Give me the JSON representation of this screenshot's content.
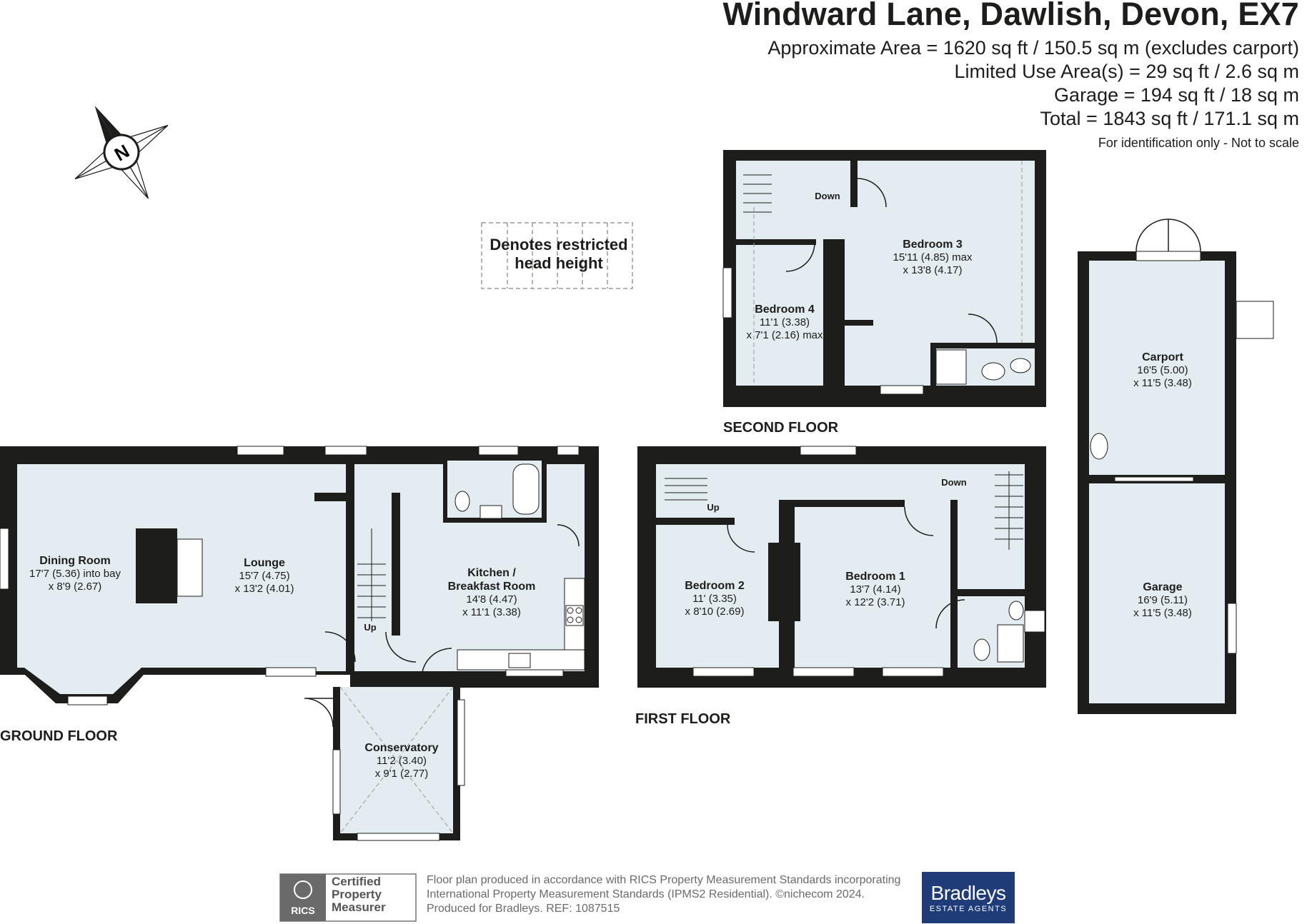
{
  "header": {
    "title": "Windward Lane, Dawlish, Devon, EX7",
    "areas": [
      "Approximate Area = 1620 sq ft / 150.5 sq m (excludes carport)",
      "Limited Use Area(s) = 29 sq ft / 2.6 sq m",
      "Garage = 194 sq ft / 18 sq m",
      "Total = 1843 sq ft / 171.1 sq m"
    ],
    "note": "For identification only - Not to scale"
  },
  "compass": {
    "label": "N"
  },
  "legend": {
    "line1": "Denotes restricted",
    "line2": "head height"
  },
  "floors": {
    "ground": "GROUND FLOOR",
    "first": "FIRST FLOOR",
    "second": "SECOND FLOOR"
  },
  "rooms": {
    "dining": {
      "name": "Dining Room",
      "dim1": "17'7 (5.36) into bay",
      "dim2": "x 8'9 (2.67)"
    },
    "lounge": {
      "name": "Lounge",
      "dim1": "15'7 (4.75)",
      "dim2": "x 13'2 (4.01)"
    },
    "kitchen": {
      "name": "Kitchen /",
      "name2": "Breakfast Room",
      "dim1": "14'8 (4.47)",
      "dim2": "x 11'1 (3.38)"
    },
    "conservatory": {
      "name": "Conservatory",
      "dim1": "11'2 (3.40)",
      "dim2": "x 9'1 (2.77)"
    },
    "bedroom1": {
      "name": "Bedroom 1",
      "dim1": "13'7 (4.14)",
      "dim2": "x 12'2 (3.71)"
    },
    "bedroom2": {
      "name": "Bedroom 2",
      "dim1": "11' (3.35)",
      "dim2": "x 8'10 (2.69)"
    },
    "bedroom3": {
      "name": "Bedroom 3",
      "dim1": "15'11 (4.85) max",
      "dim2": "x 13'8 (4.17)"
    },
    "bedroom4": {
      "name": "Bedroom 4",
      "dim1": "11'1 (3.38)",
      "dim2": "x 7'1 (2.16) max"
    },
    "carport": {
      "name": "Carport",
      "dim1": "16'5 (5.00)",
      "dim2": "x 11'5 (3.48)"
    },
    "garage": {
      "name": "Garage",
      "dim1": "16'9 (5.11)",
      "dim2": "x 11'5 (3.48)"
    }
  },
  "stairs": {
    "ground_up": "Up",
    "first_up": "Up",
    "first_down": "Down",
    "second_down": "Down"
  },
  "footer": {
    "cert_line1": "Certified",
    "cert_line2": "Property",
    "cert_line3": "Measurer",
    "rics": "RICS",
    "line1": "Floor plan produced in accordance with RICS Property Measurement Standards incorporating",
    "line2": "International Property Measurement Standards (IPMS2 Residential).  ©nichecom 2024.",
    "line3": "Produced for Bradleys.    REF:  1087515",
    "brand": "Bradleys",
    "brand_sub": "ESTATE AGENTS"
  },
  "colors": {
    "wall": "#1d1d1b",
    "floor": "#e3ecf1",
    "window": "#ffffff",
    "brand": "#1f3c78"
  }
}
